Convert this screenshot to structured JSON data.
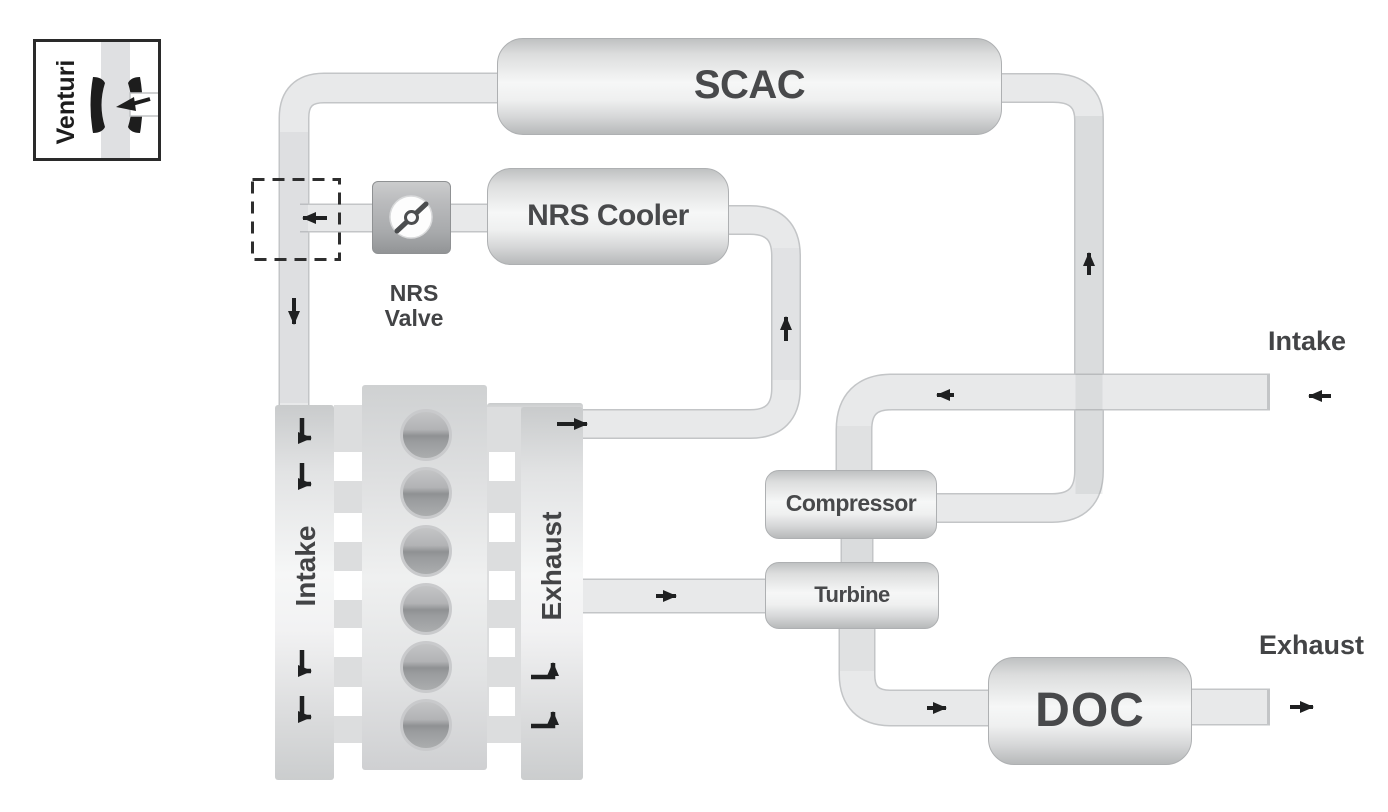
{
  "legend": {
    "label": "Venturi"
  },
  "components": {
    "scac": {
      "label": "SCAC"
    },
    "nrs_cooler": {
      "label": "NRS Cooler"
    },
    "nrs_valve": {
      "label_line1": "NRS",
      "label_line2": "Valve"
    },
    "compressor": {
      "label": "Compressor"
    },
    "turbine": {
      "label": "Turbine"
    },
    "doc": {
      "label": "DOC"
    }
  },
  "engine": {
    "intake_manifold_label": "Intake",
    "exhaust_manifold_label": "Exhaust",
    "cylinder_count": 6
  },
  "io": {
    "intake_label": "Intake",
    "exhaust_label": "Exhaust"
  },
  "icons": {
    "nrs_valve_icon": "butterfly-valve-icon",
    "venturi_icon": "venturi-constriction-icon"
  },
  "colors": {
    "background": "#ffffff",
    "pipe_fill": "#e8e9ea",
    "pipe_edge": "#c3c5c7",
    "arrow": "#1f2021",
    "label_text": "#48494b",
    "metal_light": "#f6f7f7",
    "metal_dark": "#b7b9ba",
    "dashed_outline": "#2e2e2e"
  }
}
